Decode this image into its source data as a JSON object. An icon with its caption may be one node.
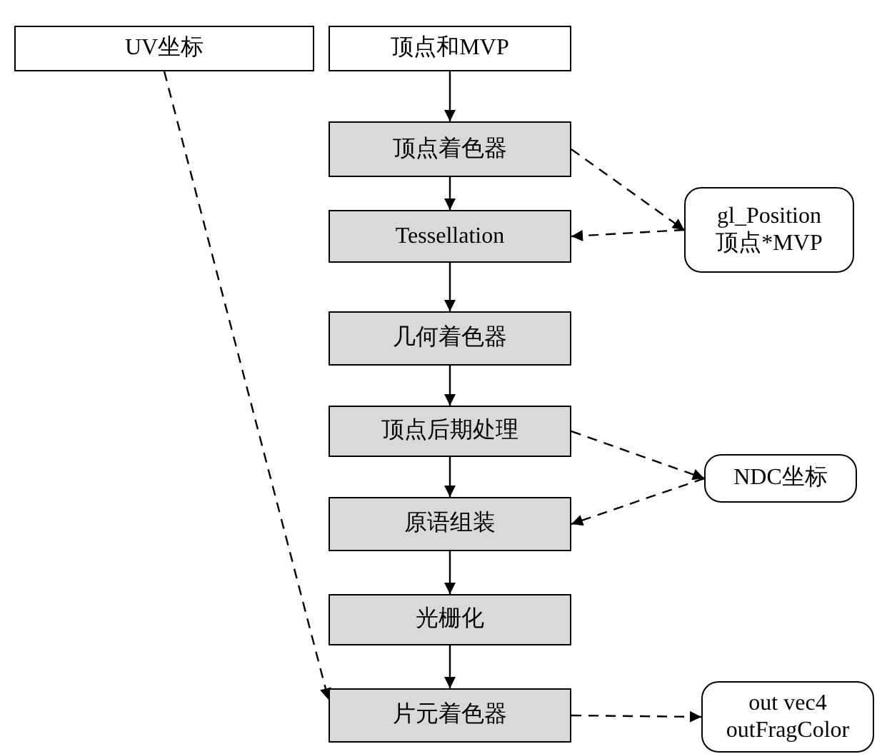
{
  "diagram": {
    "nodes": [
      {
        "text": [
          "UV坐标"
        ]
      },
      {
        "text": [
          "顶点和MVP"
        ]
      },
      {
        "text": [
          "顶点着色器"
        ]
      },
      {
        "text": [
          "Tessellation"
        ]
      },
      {
        "text": [
          "几何着色器"
        ]
      },
      {
        "text": [
          "顶点后期处理"
        ]
      },
      {
        "text": [
          "原语组装"
        ]
      },
      {
        "text": [
          "光栅化"
        ]
      },
      {
        "text": [
          "片元着色器"
        ]
      },
      {
        "text": [
          "gl_Position",
          "顶点*MVP"
        ]
      },
      {
        "text": [
          "NDC坐标"
        ]
      },
      {
        "text": [
          "out vec4",
          "outFragColor"
        ]
      }
    ],
    "edges": [
      {
        "from": 0,
        "to": 8,
        "arrow": "to",
        "style": "dashed"
      },
      {
        "from": 1,
        "to": 2,
        "arrow": "to"
      },
      {
        "from": 2,
        "to": 3,
        "arrow": "to"
      },
      {
        "from": 3,
        "to": 4,
        "arrow": "to"
      },
      {
        "from": 4,
        "to": 5,
        "arrow": "to"
      },
      {
        "from": 5,
        "to": 6,
        "arrow": "to"
      },
      {
        "from": 6,
        "to": 7,
        "arrow": "to"
      },
      {
        "from": 7,
        "to": 8,
        "arrow": "to"
      },
      {
        "from": 2,
        "to": 9,
        "arrow": "to",
        "style": "dashed"
      },
      {
        "from": 9,
        "to": 3,
        "arrow": "to",
        "style": "dashed"
      },
      {
        "from": 5,
        "to": 10,
        "arrow": "to",
        "style": "dashed"
      },
      {
        "from": 10,
        "to": 6,
        "arrow": "to",
        "style": "dashed"
      },
      {
        "from": 8,
        "to": 11,
        "arrow": "to",
        "style": "dashed"
      }
    ]
  }
}
